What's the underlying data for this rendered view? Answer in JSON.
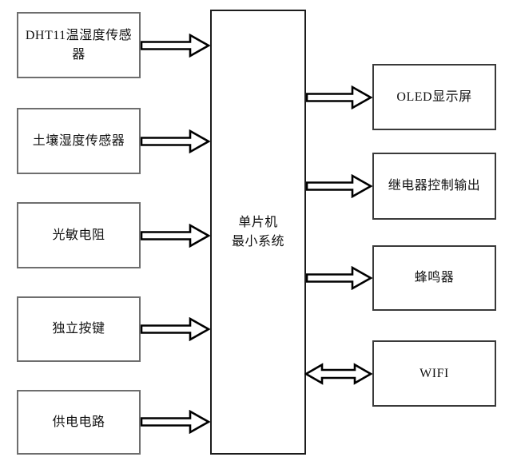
{
  "diagram": {
    "type": "block-diagram",
    "background_color": "#ffffff",
    "box_fill": "#ffffff",
    "left_box_border_color": "#6e6e6e",
    "right_box_border_color": "#3a3a3a",
    "center_box_border_color": "#1c1c1c",
    "arrow_outline_color": "#000000",
    "arrow_fill": "#ffffff",
    "text_color": "#111111",
    "center_node": {
      "label": "单片机最小系统",
      "label_line1": "单片机",
      "label_line2": "最小系统"
    },
    "left_nodes": [
      {
        "label": "DHT11温湿度传感器",
        "arrow": "to-center"
      },
      {
        "label": "土壤湿度传感器",
        "arrow": "to-center"
      },
      {
        "label": "光敏电阻",
        "arrow": "to-center"
      },
      {
        "label": "独立按键",
        "arrow": "to-center"
      },
      {
        "label": "供电电路",
        "arrow": "to-center"
      }
    ],
    "right_nodes": [
      {
        "label": "OLED显示屏",
        "arrow": "from-center"
      },
      {
        "label": "继电器控制输出",
        "arrow": "from-center"
      },
      {
        "label": "蜂鸣器",
        "arrow": "from-center"
      },
      {
        "label": "WIFI",
        "arrow": "bidirectional"
      }
    ],
    "connections": [
      {
        "from": "DHT11温湿度传感器",
        "to": "单片机最小系统",
        "direction": "one-way"
      },
      {
        "from": "土壤湿度传感器",
        "to": "单片机最小系统",
        "direction": "one-way"
      },
      {
        "from": "光敏电阻",
        "to": "单片机最小系统",
        "direction": "one-way"
      },
      {
        "from": "独立按键",
        "to": "单片机最小系统",
        "direction": "one-way"
      },
      {
        "from": "供电电路",
        "to": "单片机最小系统",
        "direction": "one-way"
      },
      {
        "from": "单片机最小系统",
        "to": "OLED显示屏",
        "direction": "one-way"
      },
      {
        "from": "单片机最小系统",
        "to": "继电器控制输出",
        "direction": "one-way"
      },
      {
        "from": "单片机最小系统",
        "to": "蜂鸣器",
        "direction": "one-way"
      },
      {
        "from": "单片机最小系统",
        "to": "WIFI",
        "direction": "two-way"
      }
    ]
  }
}
